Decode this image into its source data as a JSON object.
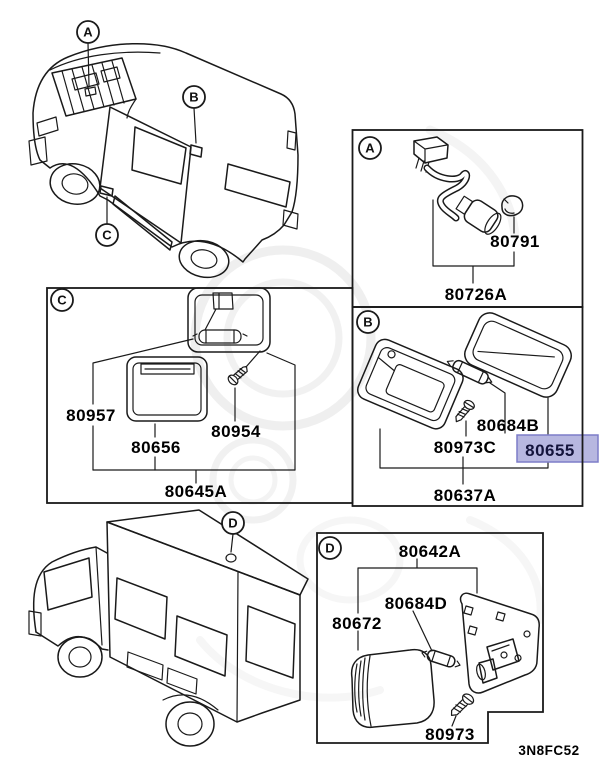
{
  "diagram": {
    "background": "#ffffff",
    "line_color": "#1a1a1a",
    "footer_code": "3N8FC52",
    "highlight": {
      "fill": "#b7b7e0",
      "border": "#7d7dc8",
      "text_color": "#14143c"
    },
    "vehicles": [
      {
        "type": "van",
        "callouts": [
          "A",
          "B",
          "C"
        ]
      },
      {
        "type": "truck",
        "callouts": [
          "D"
        ]
      }
    ],
    "sections": [
      {
        "id": "A",
        "parts": [
          {
            "number": "80791",
            "highlighted": false
          },
          {
            "number": "80726A",
            "highlighted": false
          }
        ]
      },
      {
        "id": "B",
        "parts": [
          {
            "number": "80684B",
            "highlighted": false
          },
          {
            "number": "80973C",
            "highlighted": false
          },
          {
            "number": "80655",
            "highlighted": true
          },
          {
            "number": "80637A",
            "highlighted": false
          }
        ]
      },
      {
        "id": "C",
        "parts": [
          {
            "number": "80957",
            "highlighted": false
          },
          {
            "number": "80656",
            "highlighted": false
          },
          {
            "number": "80954",
            "highlighted": false
          },
          {
            "number": "80645A",
            "highlighted": false
          }
        ]
      },
      {
        "id": "D",
        "parts": [
          {
            "number": "80642A",
            "highlighted": false
          },
          {
            "number": "80684D",
            "highlighted": false
          },
          {
            "number": "80672",
            "highlighted": false
          },
          {
            "number": "80973",
            "highlighted": false
          }
        ]
      }
    ]
  }
}
